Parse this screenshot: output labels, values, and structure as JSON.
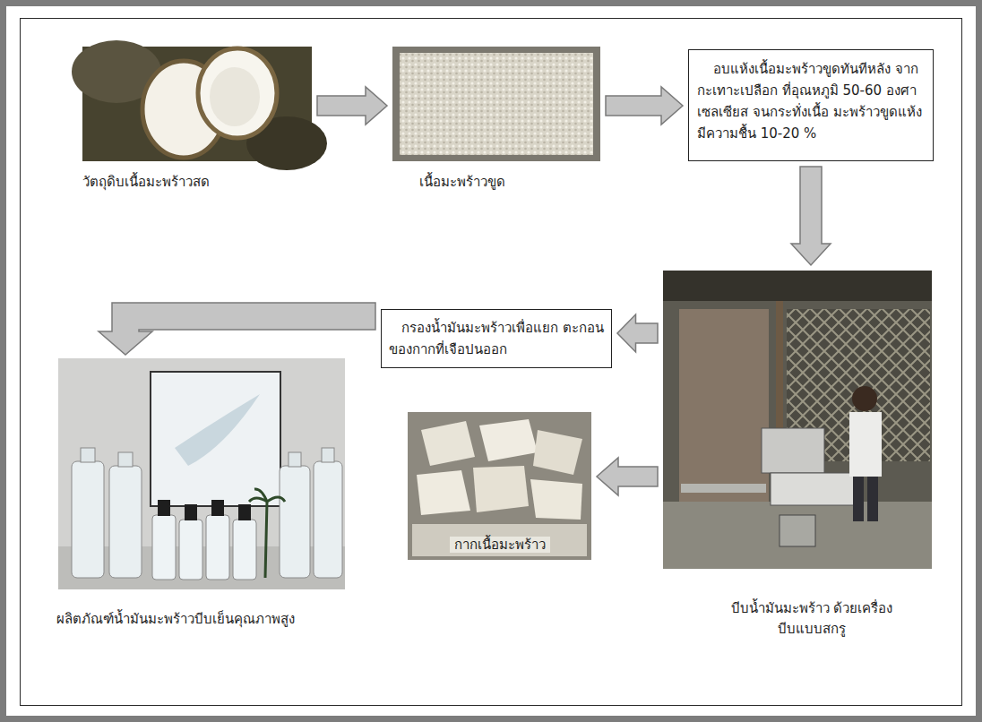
{
  "diagram": {
    "nodes": [
      {
        "text": [
          "วัตถุดิบเนื้อมะพร้าวสด"
        ]
      },
      {
        "text": [
          "เนื้อมะพร้าวขูด"
        ]
      },
      {
        "text": [
          "อบแห้งเนื้อมะพร้าวขูดทันทีหลัง จากกะเทาะเปลือก ที่อุณหภูมิ 50-60 องศาเซลเซียส จนกระทั่งเนื้อ มะพร้าวขูดแห้งมีความชื้น 10-20 %"
        ]
      },
      {
        "text": [
          "บีบน้ำมันมะพร้าว ด้วยเครื่องบีบแบบสกรู"
        ]
      },
      {
        "text": [
          "กากเนื้อมะพร้าว"
        ]
      },
      {
        "text": [
          "กรองน้ำมันมะพร้าวเพื่อแยก ตะกอนของกากที่เจือปนออก"
        ]
      },
      {
        "text": [
          "ผลิตภัณฑ์น้ำมันมะพร้าวบีบเย็นคุณภาพสูง"
        ]
      }
    ],
    "edges": [
      {
        "from": 0,
        "to": 1,
        "arrow": "to"
      },
      {
        "from": 1,
        "to": 2,
        "arrow": "to"
      },
      {
        "from": 2,
        "to": 3,
        "arrow": "to"
      },
      {
        "from": 3,
        "to": 4,
        "arrow": "to"
      },
      {
        "from": 3,
        "to": 5,
        "arrow": "to"
      },
      {
        "from": 5,
        "to": 6,
        "arrow": "to"
      }
    ]
  }
}
